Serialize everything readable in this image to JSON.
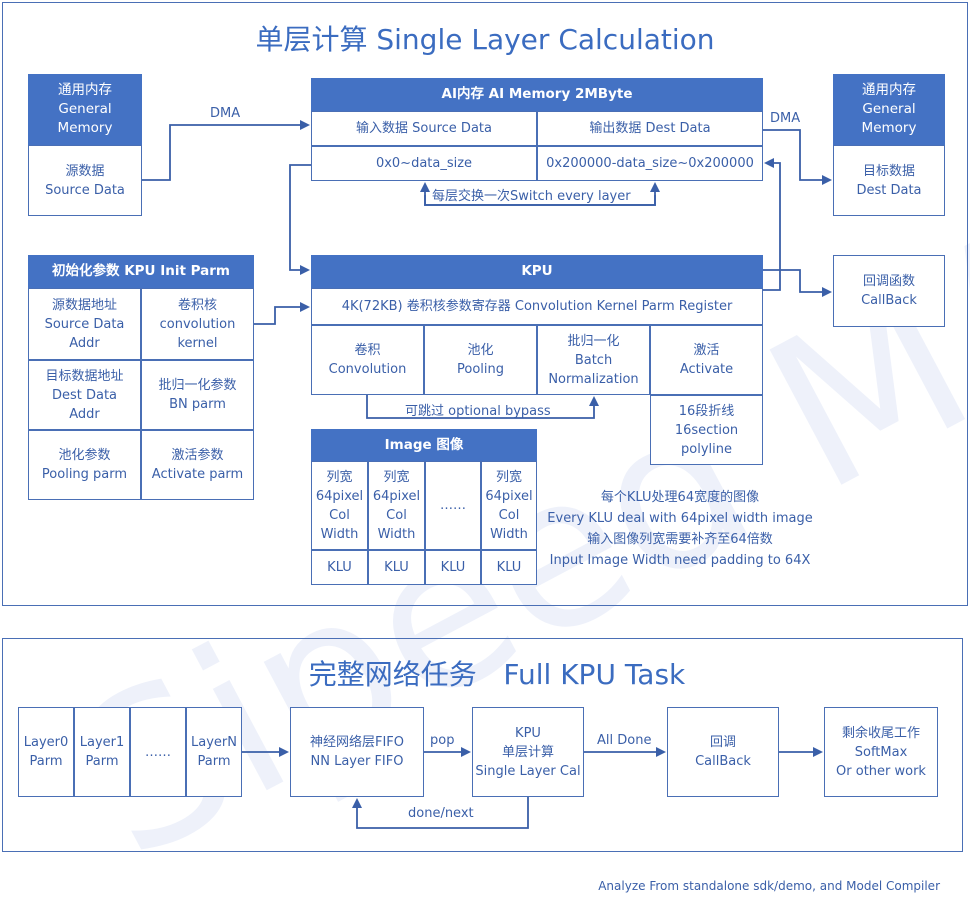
{
  "top": {
    "title": "单层计算 Single Layer Calculation",
    "general_memory_left": {
      "header": "通用内存\nGeneral\nMemory",
      "body": "源数据\nSource Data"
    },
    "general_memory_right": {
      "header": "通用内存\nGeneral\nMemory",
      "body": "目标数据\nDest Data"
    },
    "callback": "回调函数\nCallBack",
    "dma_left": "DMA",
    "dma_right": "DMA",
    "ai_memory": {
      "header": "AI内存 AI Memory 2MByte",
      "input": "输入数据 Source Data",
      "output": "输出数据 Dest Data",
      "input_range": "0x0~data_size",
      "output_range": "0x200000-data_size~0x200000",
      "switch_label": "每层交换一次Switch every layer"
    },
    "init": {
      "header": "初始化参数 KPU Init Parm",
      "cells": [
        "源数据地址\nSource Data\nAddr",
        "卷积核\nconvolution\nkernel",
        "目标数据地址\nDest Data\nAddr",
        "批归一化参数\nBN parm",
        "池化参数\nPooling parm",
        "激活参数\nActivate parm"
      ]
    },
    "kpu": {
      "header": "KPU",
      "register": "4K(72KB) 卷积核参数寄存器 Convolution Kernel Parm Register",
      "stages": [
        "卷积\nConvolution",
        "池化\nPooling",
        "批归一化\nBatch\nNormalization",
        "激活\nActivate"
      ],
      "polyline": "16段折线\n16section\npolyline",
      "bypass": "可跳过 optional bypass"
    },
    "image": {
      "header": "Image 图像",
      "cols": [
        "列宽\n64pixel\nCol\nWidth",
        "列宽\n64pixel\nCol\nWidth",
        "……",
        "列宽\n64pixel\nCol\nWidth"
      ],
      "klu": [
        "KLU",
        "KLU",
        "KLU",
        "KLU"
      ]
    },
    "note": [
      "每个KLU处理64宽度的图像",
      "Every KLU deal with 64pixel width image",
      "输入图像列宽需要补齐至64倍数",
      "Input Image Width need padding to 64X"
    ]
  },
  "bottom": {
    "title": "完整网络任务   Full KPU Task",
    "layers": [
      "Layer0\nParm",
      "Layer1\nParm",
      "……",
      "LayerN\nParm"
    ],
    "fifo": "神经网络层FIFO\nNN Layer FIFO",
    "pop": "pop",
    "kpu_single": "KPU\n单层计算\nSingle Layer Cal",
    "all_done": "All Done",
    "callback": "回调\nCallBack",
    "remaining": "剩余收尾工作\nSoftMax\nOr other work",
    "done_next": "done/next"
  },
  "watermark": "Sipeed MAIX",
  "footer": "Analyze From standalone sdk/demo, and Model Compiler"
}
